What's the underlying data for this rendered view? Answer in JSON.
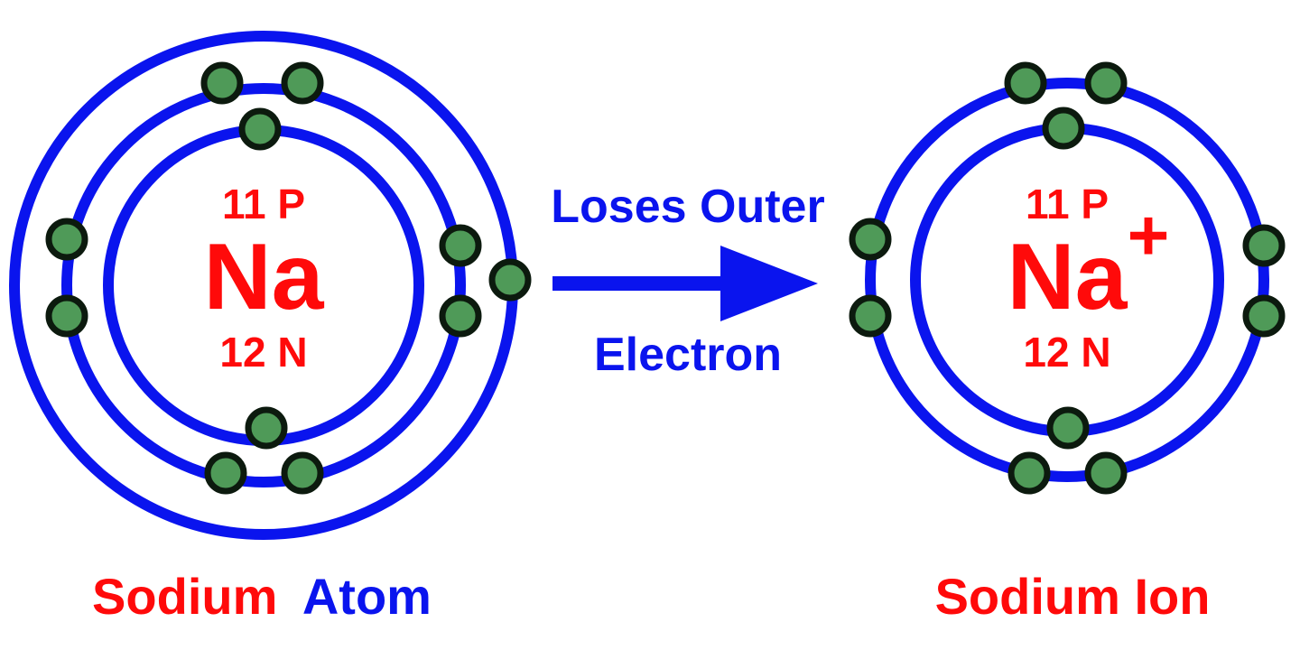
{
  "colors": {
    "shell": "#0a14ee",
    "nucleus_text": "#ff0a0a",
    "electron_fill": "#4f9a58",
    "electron_stroke": "#0c1a0e",
    "arrow": "#0a14ee",
    "background": "#ffffff"
  },
  "atom": {
    "protons": "11 P",
    "symbol": "Na",
    "neutrons": "12 N",
    "caption_part1": "Sodium",
    "caption_part2": "Atom",
    "shell_electrons": [
      2,
      8,
      1
    ]
  },
  "arrow": {
    "line1": "Loses Outer",
    "line2": "Electron"
  },
  "ion": {
    "protons": "11 P",
    "symbol": "Na",
    "charge": "+",
    "neutrons": "12 N",
    "caption": "Sodium Ion",
    "shell_electrons": [
      2,
      8
    ]
  },
  "icons": {
    "electron": "green-dot-icon",
    "arrow": "right-arrow-icon"
  }
}
